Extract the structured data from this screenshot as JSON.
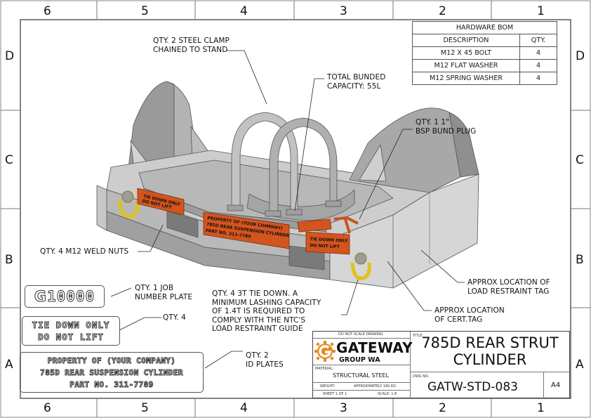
{
  "zones": {
    "columns": [
      "6",
      "5",
      "4",
      "3",
      "2",
      "1"
    ],
    "rows": [
      "D",
      "C",
      "B",
      "A"
    ]
  },
  "callouts": {
    "clamp": [
      "QTY. 2 STEEL CLAMP",
      "CHAINED TO STAND"
    ],
    "bunded": [
      "TOTAL BUNDED",
      "CAPACITY: 55L"
    ],
    "plug": [
      "QTY. 1 1\"",
      "BSP BUND PLUG"
    ],
    "weld_nuts": "QTY. 4 M12 WELD NUTS",
    "load_tag": [
      "APPROX LOCATION OF",
      "LOAD RESTRAINT TAG"
    ],
    "cert_tag": [
      "APPROX LOCATION",
      "OF CERT.TAG"
    ],
    "tie_down": [
      "QTY. 4 3T TIE DOWN. A",
      "MINIMUM LASHING CAPACITY",
      "OF 1.4T IS REQUIRED TO",
      "COMPLY WITH THE NTC'S",
      "LOAD RESTRAINT GUIDE"
    ],
    "job_plate": [
      "QTY. 1 JOB",
      "NUMBER PLATE"
    ],
    "tie_plate_qty": "QTY. 4",
    "id_plates": [
      "QTY. 2",
      "ID PLATES"
    ]
  },
  "plates": {
    "job_number": "10000",
    "tie_down": [
      "TIE DOWN ONLY",
      "DO NOT LIFT"
    ],
    "id": [
      "PROPERTY OF (YOUR COMPANY)",
      "785D REAR SUSPENSION CYLINDER",
      "PART NO. 311-7789"
    ]
  },
  "model_labels": {
    "tie_left": [
      "TIE DOWN ONLY",
      "DO NOT LIFT"
    ],
    "tie_right": [
      "TIE DOWN ONLY",
      "DO NOT LIFT"
    ],
    "id_center": [
      "PROPERTY OF (YOUR COMPANY)",
      "785D REAR SUSPENSION CYLINDER",
      "PART NO. 311-7789"
    ]
  },
  "bom": {
    "title": "HARDWARE BOM",
    "headers": [
      "DESCRIPTION",
      "QTY."
    ],
    "rows": [
      [
        "M12 X 45 BOLT",
        "4"
      ],
      [
        "M12 FLAT WASHER",
        "4"
      ],
      [
        "M12 SPRING WASHER",
        "4"
      ]
    ]
  },
  "title_block": {
    "no_scale": "DO NOT SCALE DRAWING",
    "company": "GATEWAY",
    "company_sub": "GROUP WA",
    "material_label": "MATERIAL:",
    "material": "STRUCTURAL STEEL",
    "weight_label": "WEIGHT:",
    "weight": "APPROXIMATELY 160 KG",
    "sheet": "SHEET 1 OF 1",
    "scale": "SCALE: 1:8",
    "title_label": "TITLE:",
    "title": [
      "785D REAR STRUT",
      "CYLINDER"
    ],
    "dwg_label": "DWG NO.",
    "dwg_no": "GATW-STD-083",
    "size": "A4"
  },
  "colors": {
    "orange": "#d4541e",
    "steel_light": "#c9c9c9",
    "steel_mid": "#a9a9a9",
    "steel_dark": "#858585",
    "yellow": "#e0c21a"
  }
}
